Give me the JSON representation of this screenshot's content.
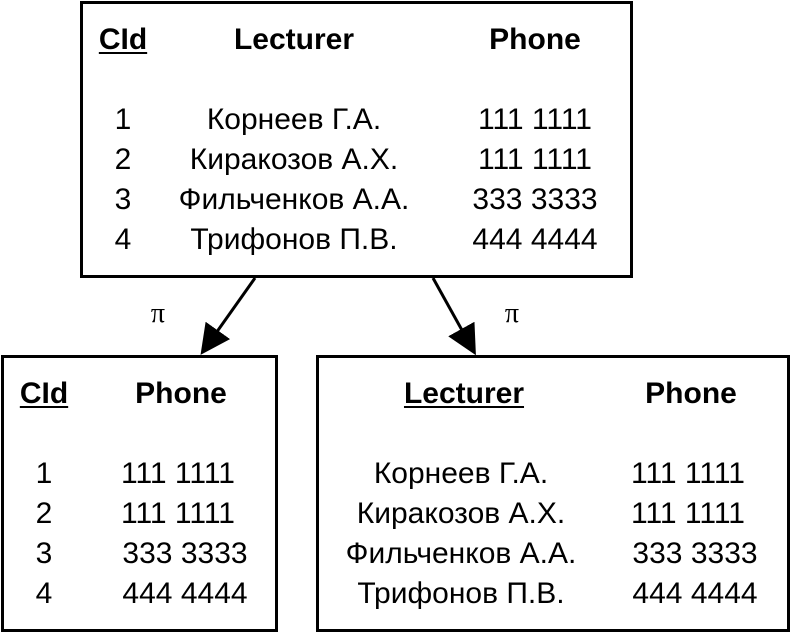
{
  "source_relation": {
    "headers": {
      "cid": "CId",
      "lecturer": "Lecturer",
      "phone": "Phone"
    },
    "rows": [
      {
        "cid": "1",
        "lecturer": "Корнеев Г.А.",
        "phone": "111 1111"
      },
      {
        "cid": "2",
        "lecturer": "Киракозов А.Х.",
        "phone": "111 1111"
      },
      {
        "cid": "3",
        "lecturer": "Фильченков А.А.",
        "phone": "333 3333"
      },
      {
        "cid": "4",
        "lecturer": "Трифонов П.В.",
        "phone": "444 4444"
      }
    ]
  },
  "left_projection": {
    "operator": "π",
    "headers": {
      "cid": "CId",
      "phone": "Phone"
    },
    "rows": [
      {
        "cid": "1",
        "phone": "111 1111"
      },
      {
        "cid": "2",
        "phone": "111 1111"
      },
      {
        "cid": "3",
        "phone": "333 3333"
      },
      {
        "cid": "4",
        "phone": "444 4444"
      }
    ]
  },
  "right_projection": {
    "operator": "π",
    "headers": {
      "lecturer": "Lecturer",
      "phone": "Phone"
    },
    "rows": [
      {
        "lecturer": "Корнеев Г.А.",
        "phone": "111 1111"
      },
      {
        "lecturer": "Киракозов А.Х.",
        "phone": "111 1111"
      },
      {
        "lecturer": "Фильченков А.А.",
        "phone": "333 3333"
      },
      {
        "lecturer": "Трифонов П.В.",
        "phone": "444 4444"
      }
    ]
  }
}
